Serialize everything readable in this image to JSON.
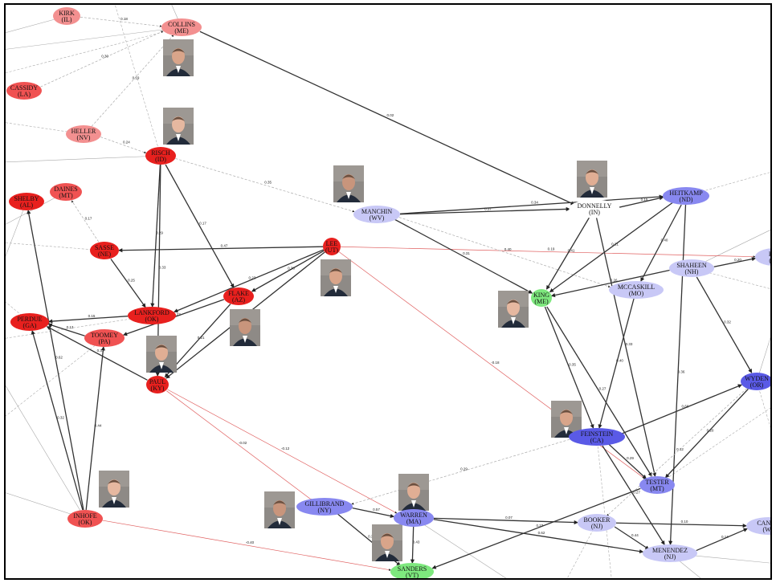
{
  "colors": {
    "rep_strong": "#e8201e",
    "rep_medium": "#f05252",
    "rep_light": "#f39090",
    "dem_strong": "#5a5ae6",
    "dem_medium": "#8888f0",
    "dem_light": "#c8c8f6",
    "ind": "#7ee87e",
    "white": "#ffffff",
    "edge_dark": "#333333",
    "edge_light": "#aaaaaa",
    "edge_red": "#e06060"
  },
  "nodes": [
    {
      "id": "kirk",
      "name": "KIRK",
      "state": "(IL)",
      "color": "rep_light"
    },
    {
      "id": "collins",
      "name": "COLLINS",
      "state": "(ME)",
      "color": "rep_light"
    },
    {
      "id": "cassidy",
      "name": "CASSIDY",
      "state": "(LA)",
      "color": "rep_medium"
    },
    {
      "id": "heller",
      "name": "HELLER",
      "state": "(NV)",
      "color": "rep_light"
    },
    {
      "id": "risch",
      "name": "RISCH",
      "state": "(ID)",
      "color": "rep_strong"
    },
    {
      "id": "shelby",
      "name": "SHELBY",
      "state": "(AL)",
      "color": "rep_strong"
    },
    {
      "id": "daines",
      "name": "DAINES",
      "state": "(MT)",
      "color": "rep_medium"
    },
    {
      "id": "sasse",
      "name": "SASSE",
      "state": "(NE)",
      "color": "rep_strong"
    },
    {
      "id": "lee",
      "name": "LEE",
      "state": "(UT)",
      "color": "rep_strong"
    },
    {
      "id": "flake",
      "name": "FLAKE",
      "state": "(AZ)",
      "color": "rep_strong"
    },
    {
      "id": "lankford",
      "name": "LANKFORD",
      "state": "(OK)",
      "color": "rep_strong"
    },
    {
      "id": "perdue",
      "name": "PERDUE",
      "state": "(GA)",
      "color": "rep_strong"
    },
    {
      "id": "toomey",
      "name": "TOOMEY",
      "state": "(PA)",
      "color": "rep_medium"
    },
    {
      "id": "paul",
      "name": "PAUL",
      "state": "(KY)",
      "color": "rep_strong"
    },
    {
      "id": "inhofe",
      "name": "INHOFE",
      "state": "(OK)",
      "color": "rep_medium"
    },
    {
      "id": "manchin",
      "name": "MANCHIN",
      "state": "(WV)",
      "color": "dem_light"
    },
    {
      "id": "donnelly",
      "name": "DONNELLY",
      "state": "(IN)",
      "color": "white"
    },
    {
      "id": "heitkamp",
      "name": "HEITKAMP",
      "state": "(ND)",
      "color": "dem_medium"
    },
    {
      "id": "kaine",
      "name": "KAI",
      "state": "(VA",
      "color": "dem_light"
    },
    {
      "id": "shaheen",
      "name": "SHAHEEN",
      "state": "(NH)",
      "color": "dem_light"
    },
    {
      "id": "mccaskill",
      "name": "MCCASKILL",
      "state": "(MO)",
      "color": "dem_light"
    },
    {
      "id": "king",
      "name": "KING",
      "state": "(ME)",
      "color": "ind"
    },
    {
      "id": "wyden",
      "name": "WYDEN",
      "state": "(OR)",
      "color": "dem_strong"
    },
    {
      "id": "feinstein",
      "name": "FEINSTEIN",
      "state": "(CA)",
      "color": "dem_strong"
    },
    {
      "id": "tester",
      "name": "TESTER",
      "state": "(MT)",
      "color": "dem_medium"
    },
    {
      "id": "gillibrand",
      "name": "GILLIBRAND",
      "state": "(NY)",
      "color": "dem_medium"
    },
    {
      "id": "warren",
      "name": "WARREN",
      "state": "(MA)",
      "color": "dem_medium"
    },
    {
      "id": "booker",
      "name": "BOOKER",
      "state": "(NJ)",
      "color": "dem_light"
    },
    {
      "id": "cantwell",
      "name": "CANTW",
      "state": "(WA",
      "color": "dem_light"
    },
    {
      "id": "menendez",
      "name": "MENENDEZ",
      "state": "(NJ)",
      "color": "dem_light"
    },
    {
      "id": "sanders",
      "name": "SANDERS",
      "state": "(VT)",
      "color": "ind"
    }
  ],
  "edges": [
    {
      "from": "collins",
      "to": "donnelly",
      "label": "0.02",
      "style": "dark"
    },
    {
      "from": "lee",
      "to": "sasse",
      "label": "0.47",
      "style": "dark"
    },
    {
      "from": "lee",
      "to": "flake",
      "label": "0.38",
      "style": "dark"
    },
    {
      "from": "lee",
      "to": "paul",
      "label": "0.21",
      "style": "dark"
    },
    {
      "from": "lee",
      "to": "lankford",
      "label": "0.23",
      "style": "dark"
    },
    {
      "from": "lee",
      "to": "kaine",
      "label": "0.19",
      "style": "red"
    },
    {
      "from": "lee",
      "to": "tester",
      "label": "-0.18",
      "style": "red"
    },
    {
      "from": "risch",
      "to": "lankford",
      "label": "0.29",
      "style": "dark"
    },
    {
      "from": "risch",
      "to": "flake",
      "label": "0.17",
      "style": "dark"
    },
    {
      "from": "risch",
      "to": "paul",
      "label": "0.33",
      "style": "dark"
    },
    {
      "from": "risch",
      "to": "manchin",
      "label": "0.35",
      "style": "light"
    },
    {
      "from": "sasse",
      "to": "lankford",
      "label": "0.25",
      "style": "dark"
    },
    {
      "from": "sasse",
      "to": "daines",
      "label": "0.17",
      "style": "light"
    },
    {
      "from": "flake",
      "to": "toomey",
      "label": "0.23",
      "style": "dark"
    },
    {
      "from": "flake",
      "to": "paul",
      "label": "0.21",
      "style": "dark"
    },
    {
      "from": "toomey",
      "to": "perdue",
      "label": "0.13",
      "style": "dark"
    },
    {
      "from": "lankford",
      "to": "perdue",
      "label": "0.15",
      "style": "dark"
    },
    {
      "from": "paul",
      "to": "perdue",
      "label": "0.31",
      "style": "dark"
    },
    {
      "from": "paul",
      "to": "warren",
      "label": "-0.12",
      "style": "red"
    },
    {
      "from": "paul",
      "to": "gillibrand",
      "label": "-0.02",
      "style": "red"
    },
    {
      "from": "inhofe",
      "to": "sanders",
      "label": "-0.40",
      "style": "red"
    },
    {
      "from": "inhofe",
      "to": "perdue",
      "label": "0.32",
      "style": "dark"
    },
    {
      "from": "inhofe",
      "to": "toomey",
      "label": "0.44",
      "style": "dark"
    },
    {
      "from": "inhofe",
      "to": "shelby",
      "label": "0.62",
      "style": "dark"
    },
    {
      "from": "heller",
      "to": "collins",
      "label": "0.19",
      "style": "light"
    },
    {
      "from": "heller",
      "to": "risch",
      "label": "0.24",
      "style": "light"
    },
    {
      "from": "kirk",
      "to": "collins",
      "label": "0.18",
      "style": "light"
    },
    {
      "from": "cassidy",
      "to": "collins",
      "label": "0.30",
      "style": "light"
    },
    {
      "from": "manchin",
      "to": "donnelly",
      "label": "0.37",
      "style": "dark"
    },
    {
      "from": "manchin",
      "to": "heitkamp",
      "label": "0.34",
      "style": "dark"
    },
    {
      "from": "manchin",
      "to": "king",
      "label": "0.31",
      "style": "dark"
    },
    {
      "from": "manchin",
      "to": "mccaskill",
      "label": "0.40",
      "style": "light"
    },
    {
      "from": "donnelly",
      "to": "heitkamp",
      "label": "0.15",
      "style": "dark"
    },
    {
      "from": "donnelly",
      "to": "king",
      "label": "0.41",
      "style": "dark"
    },
    {
      "from": "donnelly",
      "to": "tester",
      "label": "0.33",
      "style": "dark"
    },
    {
      "from": "heitkamp",
      "to": "mccaskill",
      "label": "0.40",
      "style": "dark"
    },
    {
      "from": "heitkamp",
      "to": "menendez",
      "label": "0.36",
      "style": "dark"
    },
    {
      "from": "heitkamp",
      "to": "king",
      "label": "0.21",
      "style": "dark"
    },
    {
      "from": "shaheen",
      "to": "kaine",
      "label": "0.20",
      "style": "dark"
    },
    {
      "from": "shaheen",
      "to": "king",
      "label": "0.26",
      "style": "dark"
    },
    {
      "from": "shaheen",
      "to": "wyden",
      "label": "0.32",
      "style": "dark"
    },
    {
      "from": "king",
      "to": "feinstein",
      "label": "0.35",
      "style": "dark"
    },
    {
      "from": "king",
      "to": "tester",
      "label": "0.27",
      "style": "dark"
    },
    {
      "from": "mccaskill",
      "to": "feinstein",
      "label": "0.40",
      "style": "dark"
    },
    {
      "from": "feinstein",
      "to": "wyden",
      "label": "0.66",
      "style": "dark"
    },
    {
      "from": "feinstein",
      "to": "tester",
      "label": "0.29",
      "style": "dark"
    },
    {
      "from": "feinstein",
      "to": "gillibrand",
      "label": "0.29",
      "style": "light"
    },
    {
      "from": "feinstein",
      "to": "menendez",
      "label": "0.27",
      "style": "dark"
    },
    {
      "from": "wyden",
      "to": "tester",
      "label": "0.20",
      "style": "dark"
    },
    {
      "from": "wyden",
      "to": "booker",
      "label": "0.12",
      "style": "light"
    },
    {
      "from": "gillibrand",
      "to": "warren",
      "label": "0.57",
      "style": "dark"
    },
    {
      "from": "gillibrand",
      "to": "sanders",
      "label": "0.37",
      "style": "dark"
    },
    {
      "from": "warren",
      "to": "sanders",
      "label": "0.43",
      "style": "dark"
    },
    {
      "from": "warren",
      "to": "booker",
      "label": "0.07",
      "style": "dark"
    },
    {
      "from": "warren",
      "to": "menendez",
      "label": "0.62",
      "style": "dark"
    },
    {
      "from": "booker",
      "to": "menendez",
      "label": "0.44",
      "style": "dark"
    },
    {
      "from": "booker",
      "to": "cantwell",
      "label": "0.10",
      "style": "dark"
    },
    {
      "from": "menendez",
      "to": "cantwell",
      "label": "0.14",
      "style": "dark"
    },
    {
      "from": "tester",
      "to": "sanders",
      "label": "0.27",
      "style": "dark"
    }
  ]
}
